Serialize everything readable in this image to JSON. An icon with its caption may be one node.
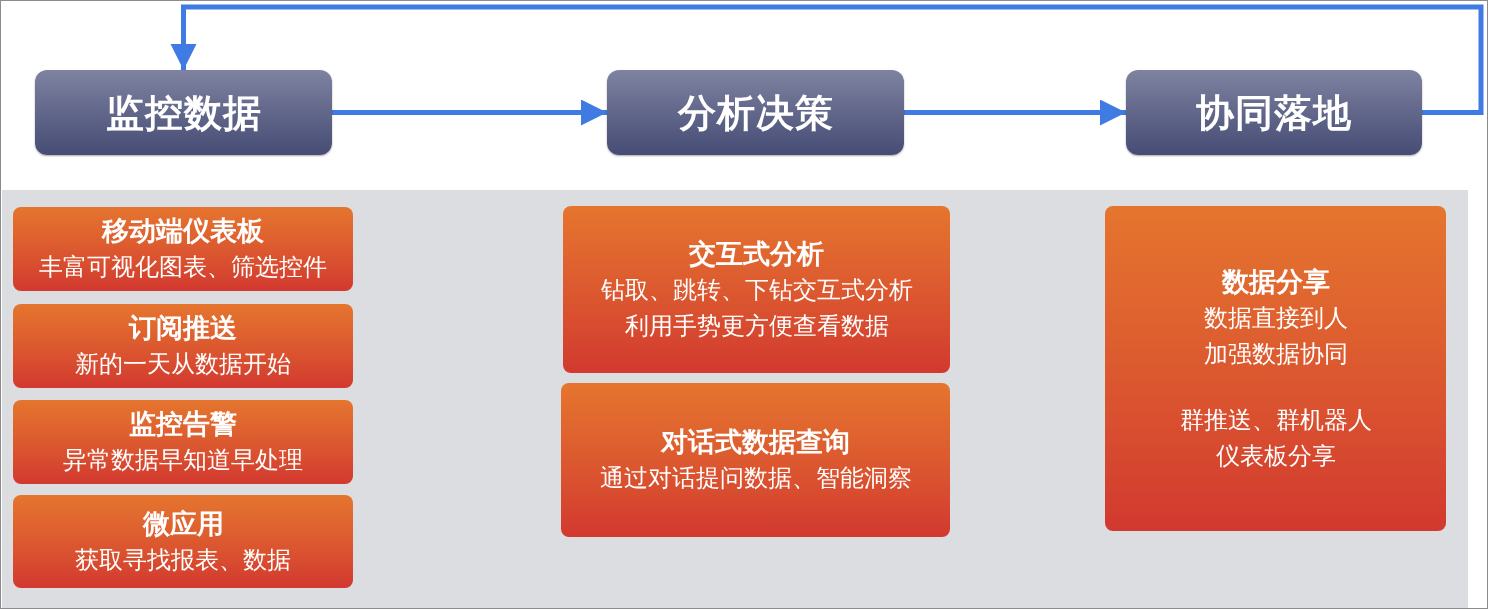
{
  "diagram": {
    "nodes": [
      {
        "text": [
          "监控数据"
        ]
      },
      {
        "text": [
          "分析决策"
        ]
      },
      {
        "text": [
          "协同落地"
        ]
      },
      {
        "text": [
          "移动端仪表板",
          "丰富可视化图表、筛选控件"
        ]
      },
      {
        "text": [
          "订阅推送",
          "新的一天从数据开始"
        ]
      },
      {
        "text": [
          "监控告警",
          "异常数据早知道早处理"
        ]
      },
      {
        "text": [
          "微应用",
          "获取寻找报表、数据"
        ]
      },
      {
        "text": [
          "交互式分析",
          "钻取、跳转、下钻交互式分析",
          "利用手势更方便查看数据"
        ]
      },
      {
        "text": [
          "对话式数据查询",
          "通过对话提问数据、智能洞察"
        ]
      },
      {
        "text": [
          "数据分享",
          "数据直接到人",
          "加强数据协同",
          "群推送、群机器人",
          "仪表板分享"
        ]
      }
    ],
    "edges": [
      {
        "from": 0,
        "to": 1,
        "arrow": "to"
      },
      {
        "from": 1,
        "to": 2,
        "arrow": "to"
      },
      {
        "from": 2,
        "to": 0,
        "arrow": "to"
      }
    ]
  }
}
